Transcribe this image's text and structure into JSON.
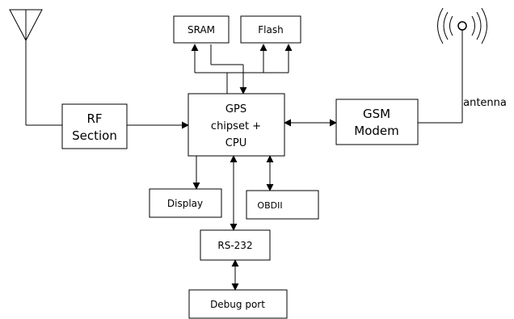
{
  "diagram": {
    "blocks": {
      "sram": "SRAM",
      "flash": "Flash",
      "rf_line1": "RF",
      "rf_line2": "Section",
      "cpu_line1": "GPS",
      "cpu_line2": "chipset +",
      "cpu_line3": "CPU",
      "gsm_line1": "GSM",
      "gsm_line2": "Modem",
      "display": "Display",
      "obd": "OBDII",
      "rs232": "RS-232",
      "debug": "Debug port"
    },
    "antenna_label": "antenna",
    "icons": [
      "rf-antenna-icon",
      "gsm-antenna-icon"
    ]
  }
}
